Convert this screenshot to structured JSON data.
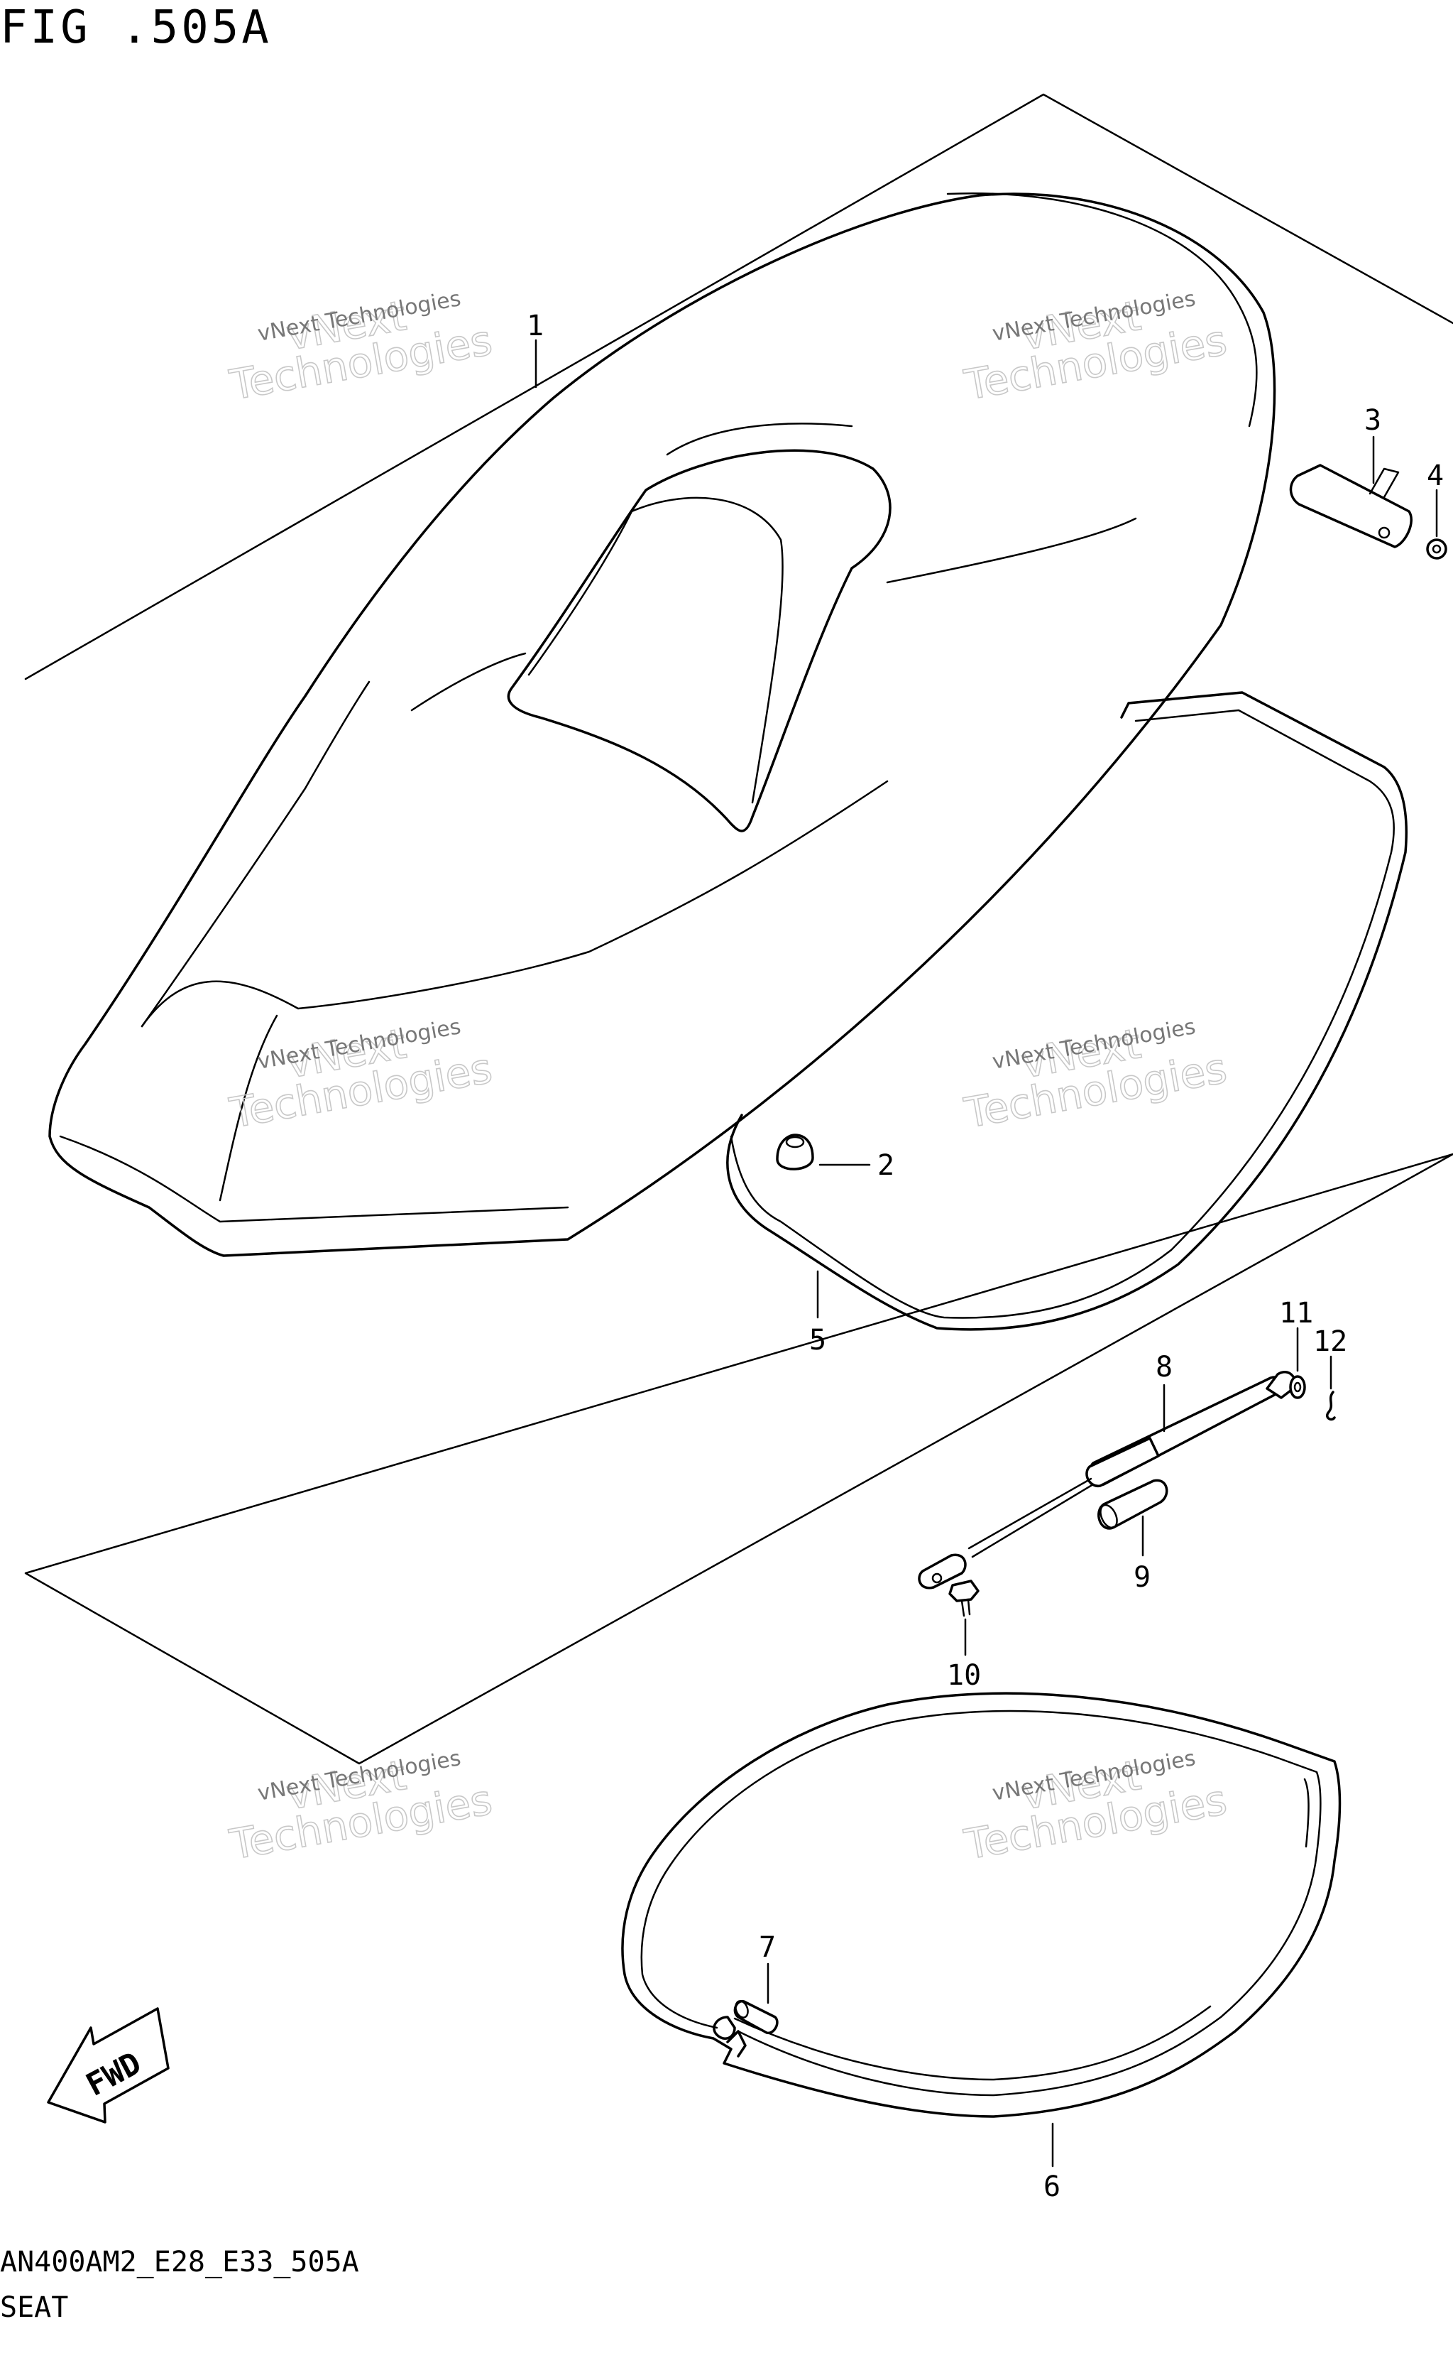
{
  "figure": {
    "title": "FIG .505A",
    "model_code": "AN400AM2_E28_E33_505A",
    "section_name": "SEAT"
  },
  "watermark": {
    "line1": "vNext Technologies",
    "line2": "vNext",
    "line3": "Technologies"
  },
  "callouts": {
    "p1": "1",
    "p2": "2",
    "p3": "3",
    "p4": "4",
    "p5": "5",
    "p6": "6",
    "p7": "7",
    "p8": "8",
    "p9": "9",
    "p10": "10",
    "p11": "11",
    "p12": "12"
  },
  "fwd_label": "FWD",
  "colors": {
    "line": "#000000",
    "background": "#ffffff",
    "watermark": "#c8c8c8"
  }
}
